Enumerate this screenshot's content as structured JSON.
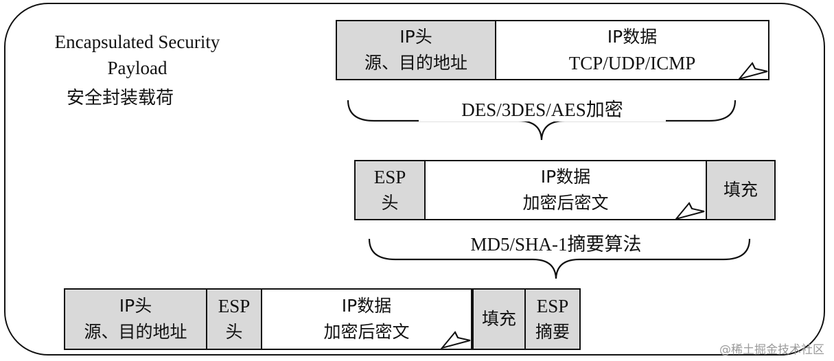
{
  "title": {
    "line1": "Encapsulated Security",
    "line2": "Payload",
    "line3": "安全封装载荷"
  },
  "packet1": {
    "ip_header_line1": "IP头",
    "ip_header_line2": "源、目的地址",
    "data_line1": "IP数据",
    "data_line2": "TCP/UDP/ICMP"
  },
  "brace1_label": "DES/3DES/AES加密",
  "packet2": {
    "esp_header_line1": "ESP",
    "esp_header_line2": "头",
    "data_line1": "IP数据",
    "data_line2": "加密后密文",
    "padding": "填充"
  },
  "brace2_label": "MD5/SHA-1摘要算法",
  "packet3": {
    "ip_header_line1": "IP头",
    "ip_header_line2": "源、目的地址",
    "esp_header_line1": "ESP",
    "esp_header_line2": "头",
    "data_line1": "IP数据",
    "data_line2": "加密后密文",
    "padding": "填充",
    "esp_digest_line1": "ESP",
    "esp_digest_line2": "摘要"
  },
  "watermark": "@稀土掘金技术社区",
  "colors": {
    "header_fill": "#d9d9d9",
    "border": "#111111"
  }
}
